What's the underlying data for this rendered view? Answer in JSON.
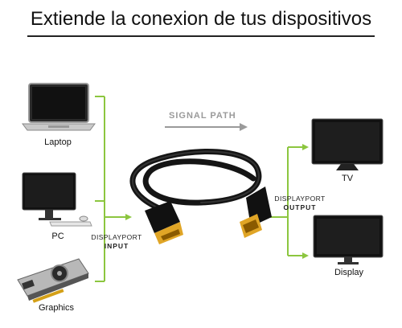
{
  "title": "Extiende la conexion de tus dispositivos",
  "signal_path": "SIGNAL PATH",
  "inputs": [
    "Laptop",
    "PC",
    "Graphics"
  ],
  "outputs": [
    "TV",
    "Display"
  ],
  "input_port": {
    "line1": "DISPLAYPORT",
    "line2": "INPUT"
  },
  "output_port": {
    "line1": "DISPLAYPORT",
    "line2": "OUTPUT"
  },
  "colors": {
    "connector_line": "#8cc63f",
    "signal_arrow": "#9a9a9a",
    "plug_gold": "#e0a526"
  }
}
